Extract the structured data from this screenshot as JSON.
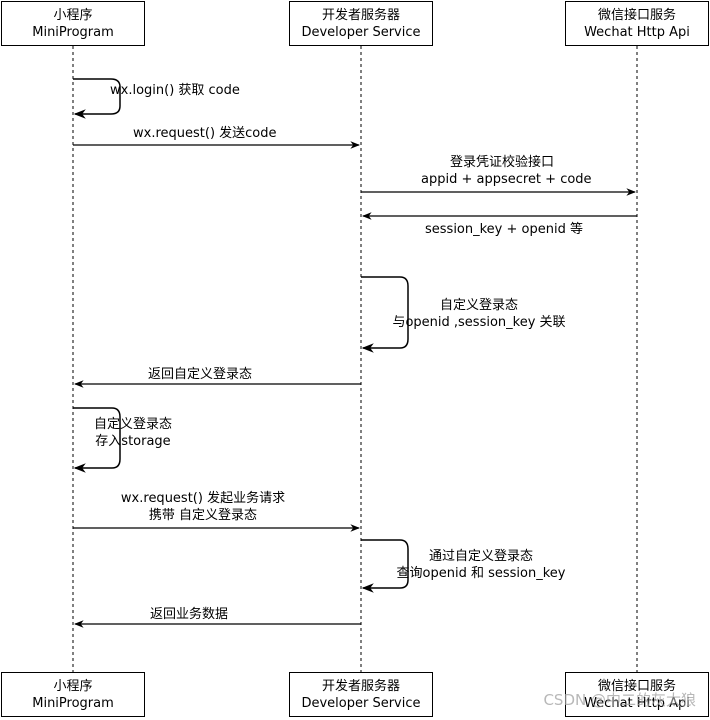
{
  "participants": {
    "miniprogram": {
      "line1": "小程序",
      "line2": "MiniProgram"
    },
    "developer": {
      "line1": "开发者服务器",
      "line2": "Developer Service"
    },
    "wechat": {
      "line1": "微信接口服务",
      "line2": "Wechat Http Api"
    }
  },
  "messages": {
    "login": "wx.login() 获取 code",
    "send_code": "wx.request() 发送code",
    "verify": {
      "line1": "登录凭证校验接口",
      "line2": "appid + appsecret + code"
    },
    "return_session": "session_key + openid 等",
    "associate": {
      "line1": "自定义登录态",
      "line2": "与openid ,session_key 关联"
    },
    "return_state": "返回自定义登录态",
    "store": {
      "line1": "自定义登录态",
      "line2": "存入storage"
    },
    "business_request": {
      "line1": "wx.request() 发起业务请求",
      "line2": "携带 自定义登录态"
    },
    "query": {
      "line1": "通过自定义登录态",
      "line2": "查询openid 和 session_key"
    },
    "return_data": "返回业务数据"
  },
  "watermark": "CSDN @中二的灰太狼",
  "colors": {
    "line": "#000000",
    "background": "#ffffff",
    "watermark": "#a0a0a0"
  }
}
